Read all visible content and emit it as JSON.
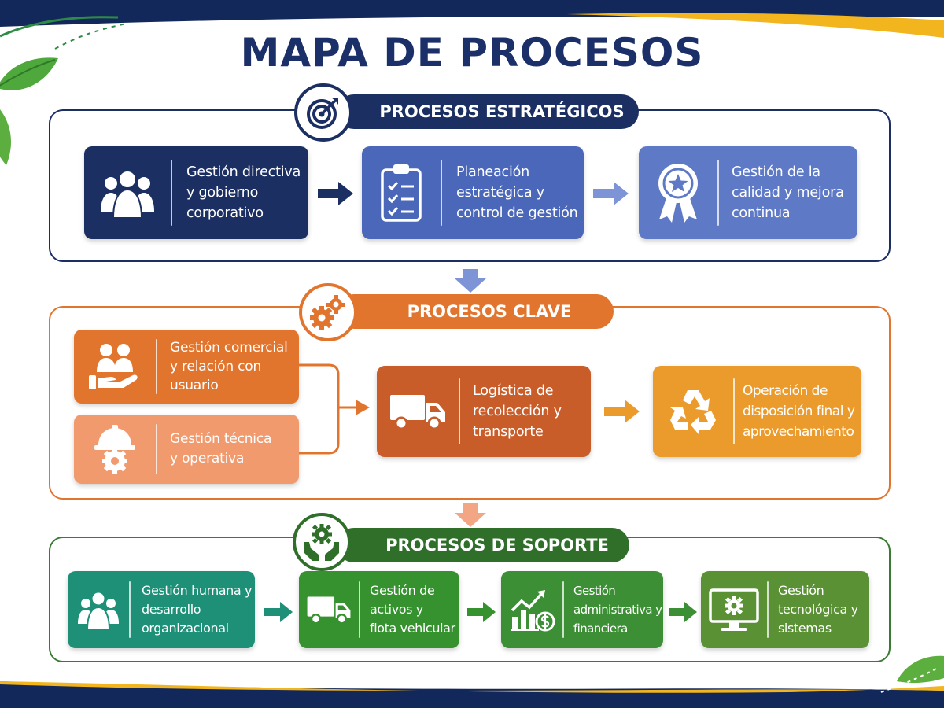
{
  "title": "MAPA DE PROCESOS",
  "sections": {
    "estrategicos": {
      "label": "PROCESOS ESTRATÉGICOS",
      "items": [
        {
          "text": "Gestión directiva\ny gobierno\ncorporativo",
          "icon": "people-icon"
        },
        {
          "text": "Planeación\nestratégica y\ncontrol de gestión",
          "icon": "checklist-icon"
        },
        {
          "text": "Gestión de la\ncalidad y mejora\ncontinua",
          "icon": "award-ribbon-icon"
        }
      ]
    },
    "clave": {
      "label": "PROCESOS CLAVE",
      "items": [
        {
          "text": "Gestión comercial\ny relación con\nusuario",
          "icon": "hand-people-icon"
        },
        {
          "text": "Gestión técnica\ny operativa",
          "icon": "hardhat-gear-icon"
        },
        {
          "text": "Logística de\nrecolección y\ntransporte",
          "icon": "truck-icon"
        },
        {
          "text": "Operación de\ndisposición final y\naprovechamiento",
          "icon": "recycle-icon"
        }
      ]
    },
    "soporte": {
      "label": "PROCESOS DE SOPORTE",
      "items": [
        {
          "text": "Gestión humana y\ndesarrollo\norganizacional",
          "icon": "team-icon"
        },
        {
          "text": "Gestión de\nactivos y\nflota vehicular",
          "icon": "truck-icon"
        },
        {
          "text": "Gestión\nadministrativa y\nfinanciera",
          "icon": "finance-chart-icon"
        },
        {
          "text": "Gestión\ntecnológica y\nsistemas",
          "icon": "monitor-gear-icon"
        }
      ]
    }
  },
  "colors": {
    "navy": "#1b2f63",
    "blue": "#4b67b9",
    "light_blue": "#5e79c6",
    "orange": "#e2752e",
    "dark_orange": "#c95d2a",
    "peach": "#f09a6e",
    "amber": "#eb9b2c",
    "teal": "#1f9078",
    "green": "#35922f",
    "green_2": "#3c8f35",
    "olive_green": "#5a9135"
  }
}
